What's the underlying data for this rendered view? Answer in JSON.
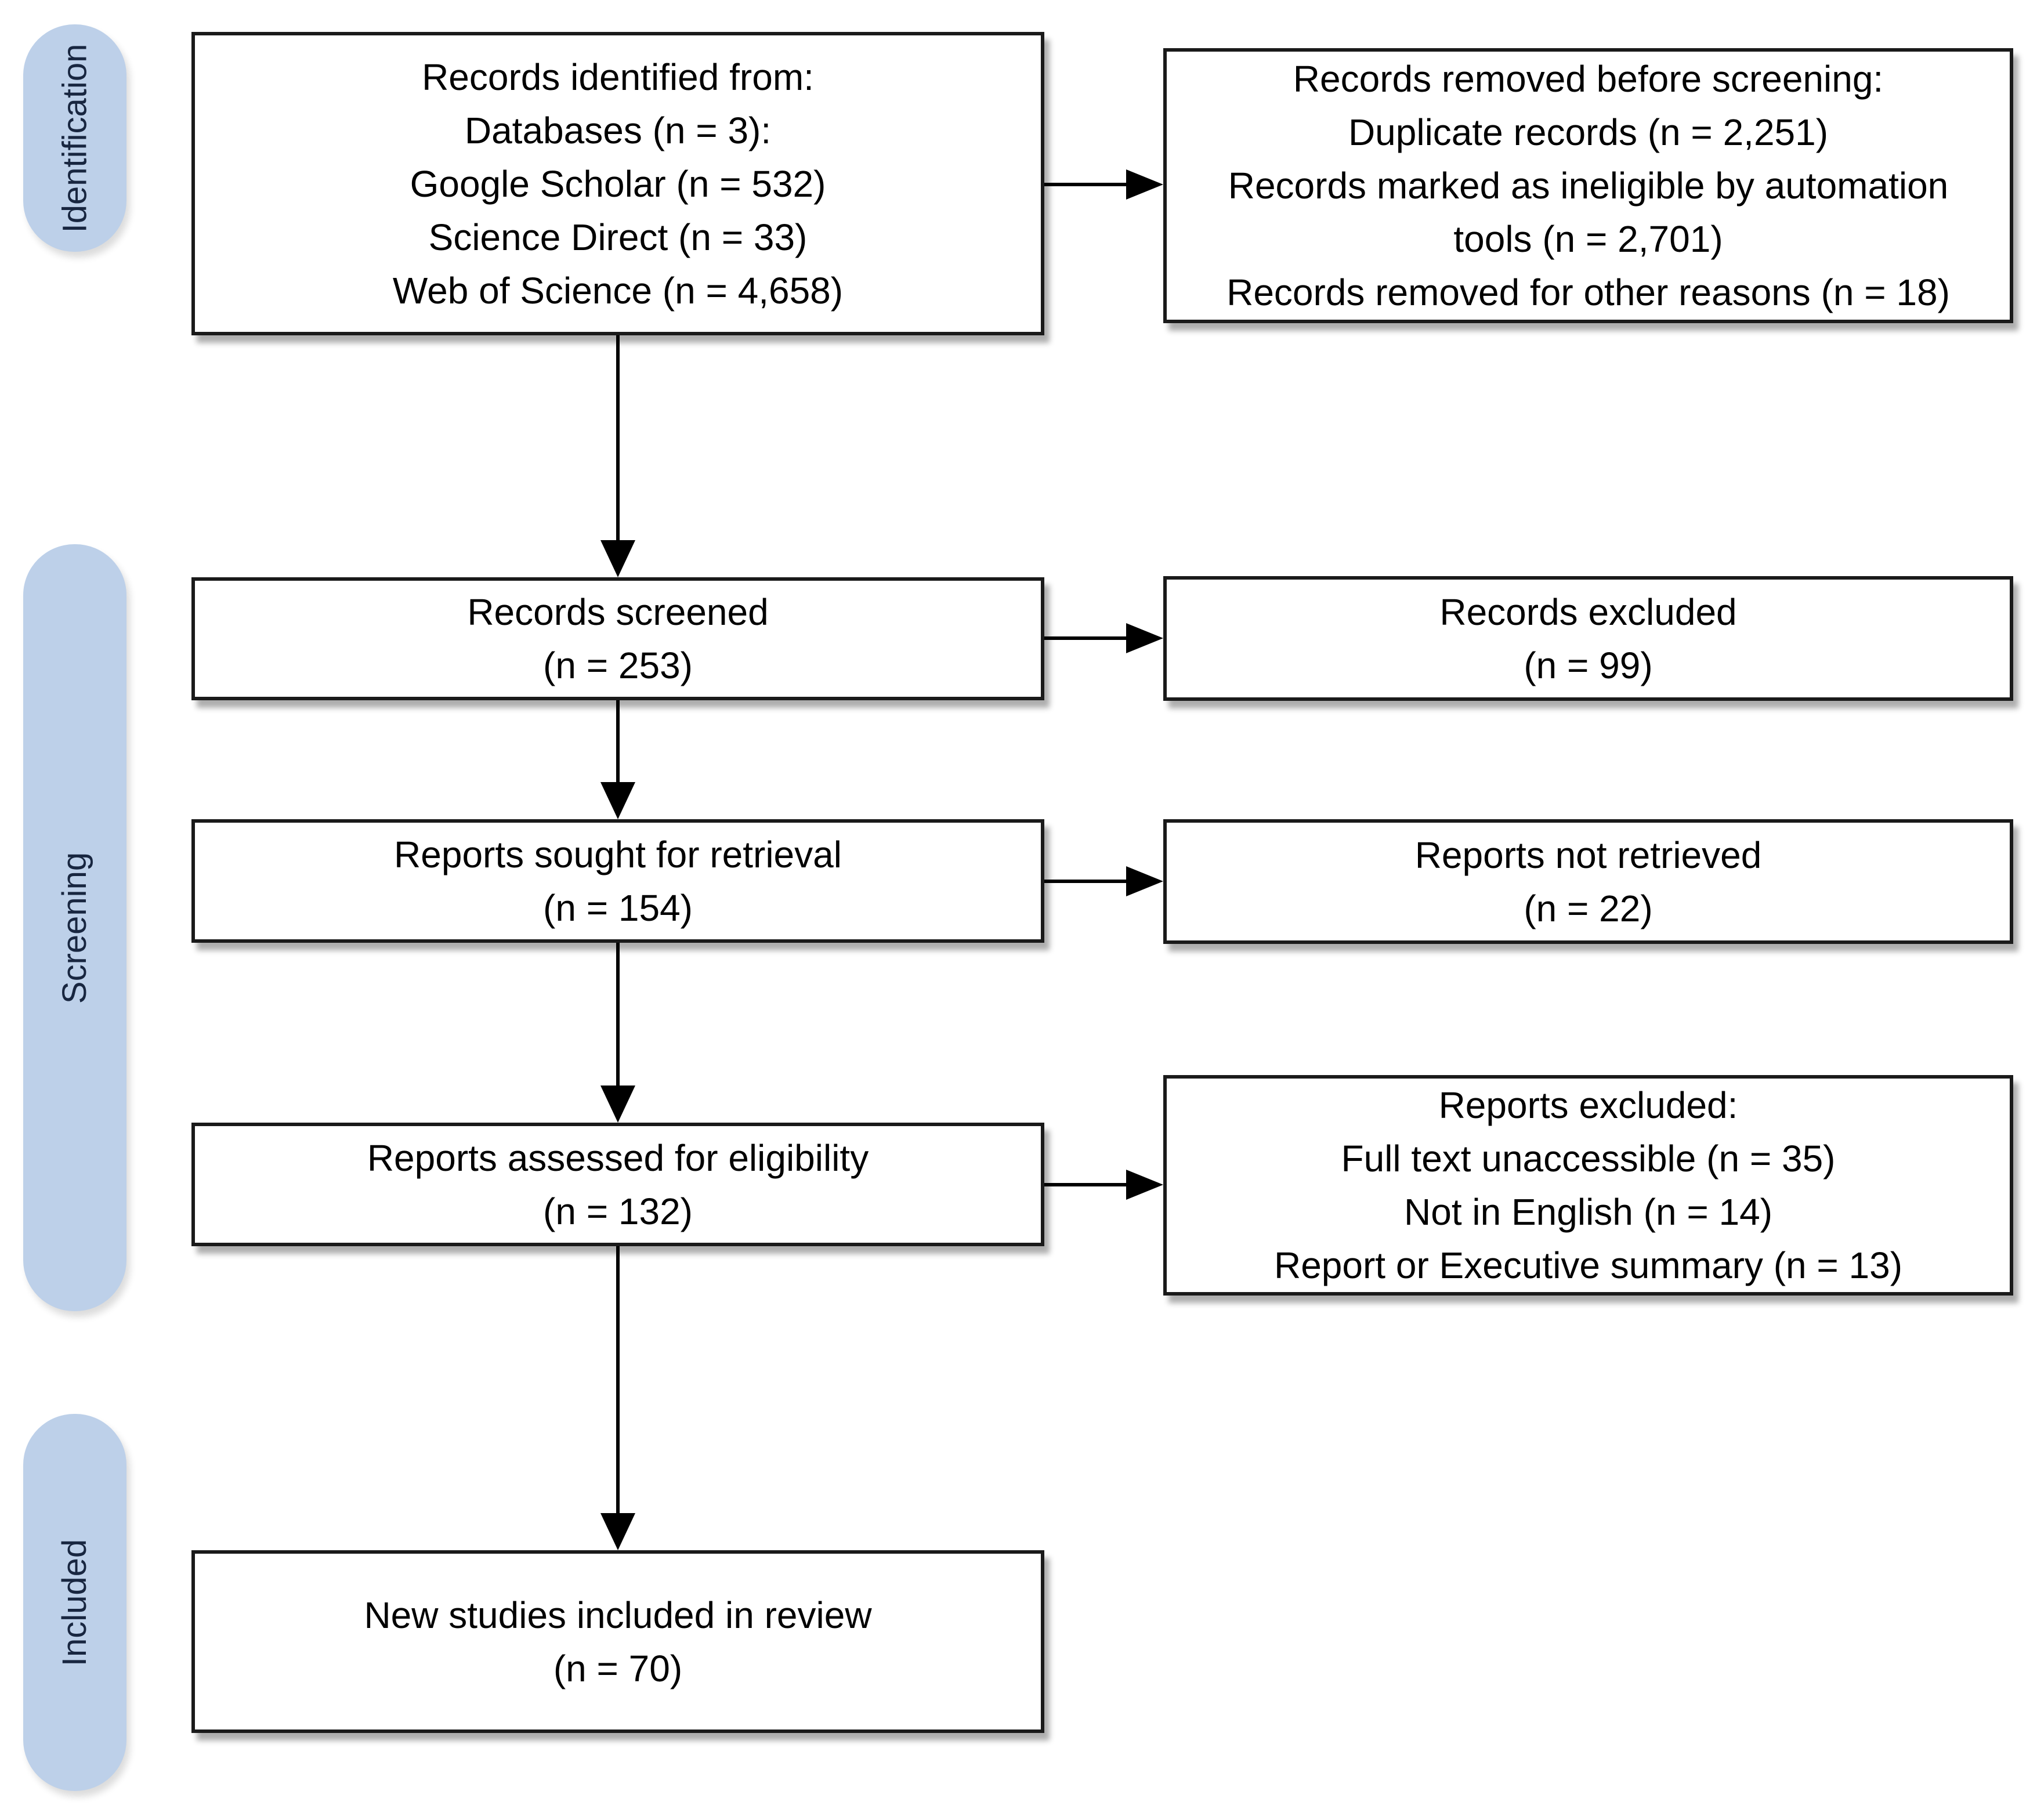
{
  "figure": {
    "type": "prisma-flow-diagram"
  },
  "stages": {
    "identification": "Identification",
    "screening": "Screening",
    "included": "Included"
  },
  "boxes": {
    "records_identified": {
      "lines": [
        "Records identified from:",
        "Databases (n = 3):",
        "Google Scholar (n = 532)",
        "Science Direct (n = 33)",
        "Web of Science (n = 4,658)"
      ]
    },
    "records_removed": {
      "lines": [
        "Records removed before screening:",
        "Duplicate records (n = 2,251)",
        "Records marked as ineligible by automation",
        "tools (n = 2,701)",
        "Records removed for other reasons (n = 18)"
      ]
    },
    "records_screened": {
      "lines": [
        "Records screened",
        "(n = 253)"
      ]
    },
    "records_excluded": {
      "lines": [
        "Records excluded",
        "(n = 99)"
      ]
    },
    "reports_sought": {
      "lines": [
        "Reports sought for retrieval",
        "(n = 154)"
      ]
    },
    "reports_not_retrieved": {
      "lines": [
        "Reports not retrieved",
        "(n = 22)"
      ]
    },
    "reports_assessed": {
      "lines": [
        "Reports assessed for eligibility",
        "(n = 132)"
      ]
    },
    "reports_excluded": {
      "lines": [
        "Reports excluded:",
        "Full text unaccessible (n = 35)",
        "Not in English (n = 14)",
        "Report or Executive summary (n = 13)"
      ]
    },
    "new_studies_included": {
      "lines": [
        "New studies included in review",
        "(n = 70)"
      ]
    }
  },
  "arrows": [
    {
      "from": "records_identified",
      "to": "records_removed"
    },
    {
      "from": "records_identified",
      "to": "records_screened"
    },
    {
      "from": "records_screened",
      "to": "records_excluded"
    },
    {
      "from": "records_screened",
      "to": "reports_sought"
    },
    {
      "from": "reports_sought",
      "to": "reports_not_retrieved"
    },
    {
      "from": "reports_sought",
      "to": "reports_assessed"
    },
    {
      "from": "reports_assessed",
      "to": "reports_excluded"
    },
    {
      "from": "reports_assessed",
      "to": "new_studies_included"
    }
  ],
  "colors": {
    "stage_pill_fill": "#bdd0e9",
    "stage_pill_text": "#182640",
    "box_fill": "#ffffff",
    "box_border": "#1a1a1a",
    "arrow": "#000000",
    "background": "#ffffff"
  }
}
